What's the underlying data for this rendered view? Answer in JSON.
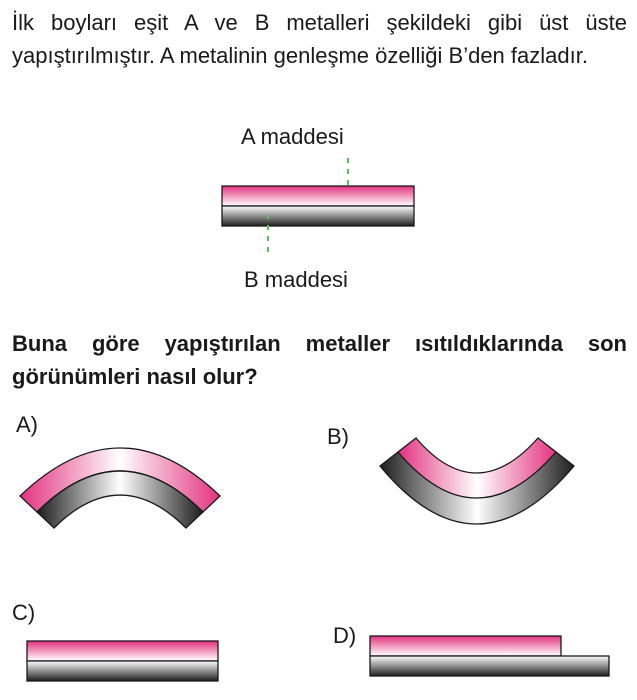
{
  "question": {
    "intro": "İlk boyları eşit A ve B metalleri şekildeki gibi üst üste yapıştırılmıştır. A metalinin genleşme özelliği B’den fazladır.",
    "prompt": "Buna göre yapıştırılan metaller ısıtıldıklarında son görünümleri nasıl olur?"
  },
  "figure": {
    "label_a": "A maddesi",
    "label_b": "B maddesi"
  },
  "options": [
    {
      "letter": "A)"
    },
    {
      "letter": "B)"
    },
    {
      "letter": "C)"
    },
    {
      "letter": "D)"
    }
  ],
  "colors": {
    "metal_a": "#e2327f",
    "metal_b": "#2a2a2a",
    "leader_line": "#5cbf5c"
  }
}
